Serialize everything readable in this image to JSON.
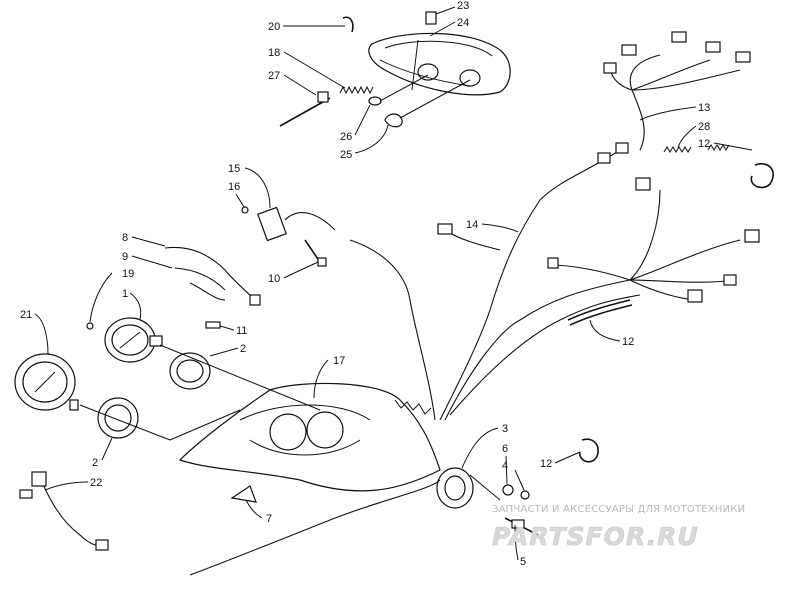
{
  "callouts": [
    {
      "id": "c20",
      "text": "20"
    },
    {
      "id": "c23",
      "text": "23"
    },
    {
      "id": "c24",
      "text": "24"
    },
    {
      "id": "c18",
      "text": "18"
    },
    {
      "id": "c27",
      "text": "27"
    },
    {
      "id": "c26",
      "text": "26"
    },
    {
      "id": "c25",
      "text": "25"
    },
    {
      "id": "c13",
      "text": "13"
    },
    {
      "id": "c28",
      "text": "28"
    },
    {
      "id": "c12a",
      "text": "12"
    },
    {
      "id": "c15",
      "text": "15"
    },
    {
      "id": "c16",
      "text": "16"
    },
    {
      "id": "c14",
      "text": "14"
    },
    {
      "id": "c10",
      "text": "10"
    },
    {
      "id": "c8",
      "text": "8"
    },
    {
      "id": "c9",
      "text": "9"
    },
    {
      "id": "c19",
      "text": "19"
    },
    {
      "id": "c1",
      "text": "1"
    },
    {
      "id": "c11",
      "text": "11"
    },
    {
      "id": "c21",
      "text": "21"
    },
    {
      "id": "c2a",
      "text": "2"
    },
    {
      "id": "c12b",
      "text": "12"
    },
    {
      "id": "c17",
      "text": "17"
    },
    {
      "id": "c2b",
      "text": "2"
    },
    {
      "id": "c3",
      "text": "3"
    },
    {
      "id": "c6",
      "text": "6"
    },
    {
      "id": "c4",
      "text": "4"
    },
    {
      "id": "c12c",
      "text": "12"
    },
    {
      "id": "c22",
      "text": "22"
    },
    {
      "id": "c7",
      "text": "7"
    },
    {
      "id": "c5",
      "text": "5"
    }
  ],
  "watermark": {
    "tagline": "ЗАПЧАСТИ И АКСЕССУАРЫ ДЛЯ МОТОТЕХНИКИ",
    "logo": "PARTSFOR.RU"
  }
}
